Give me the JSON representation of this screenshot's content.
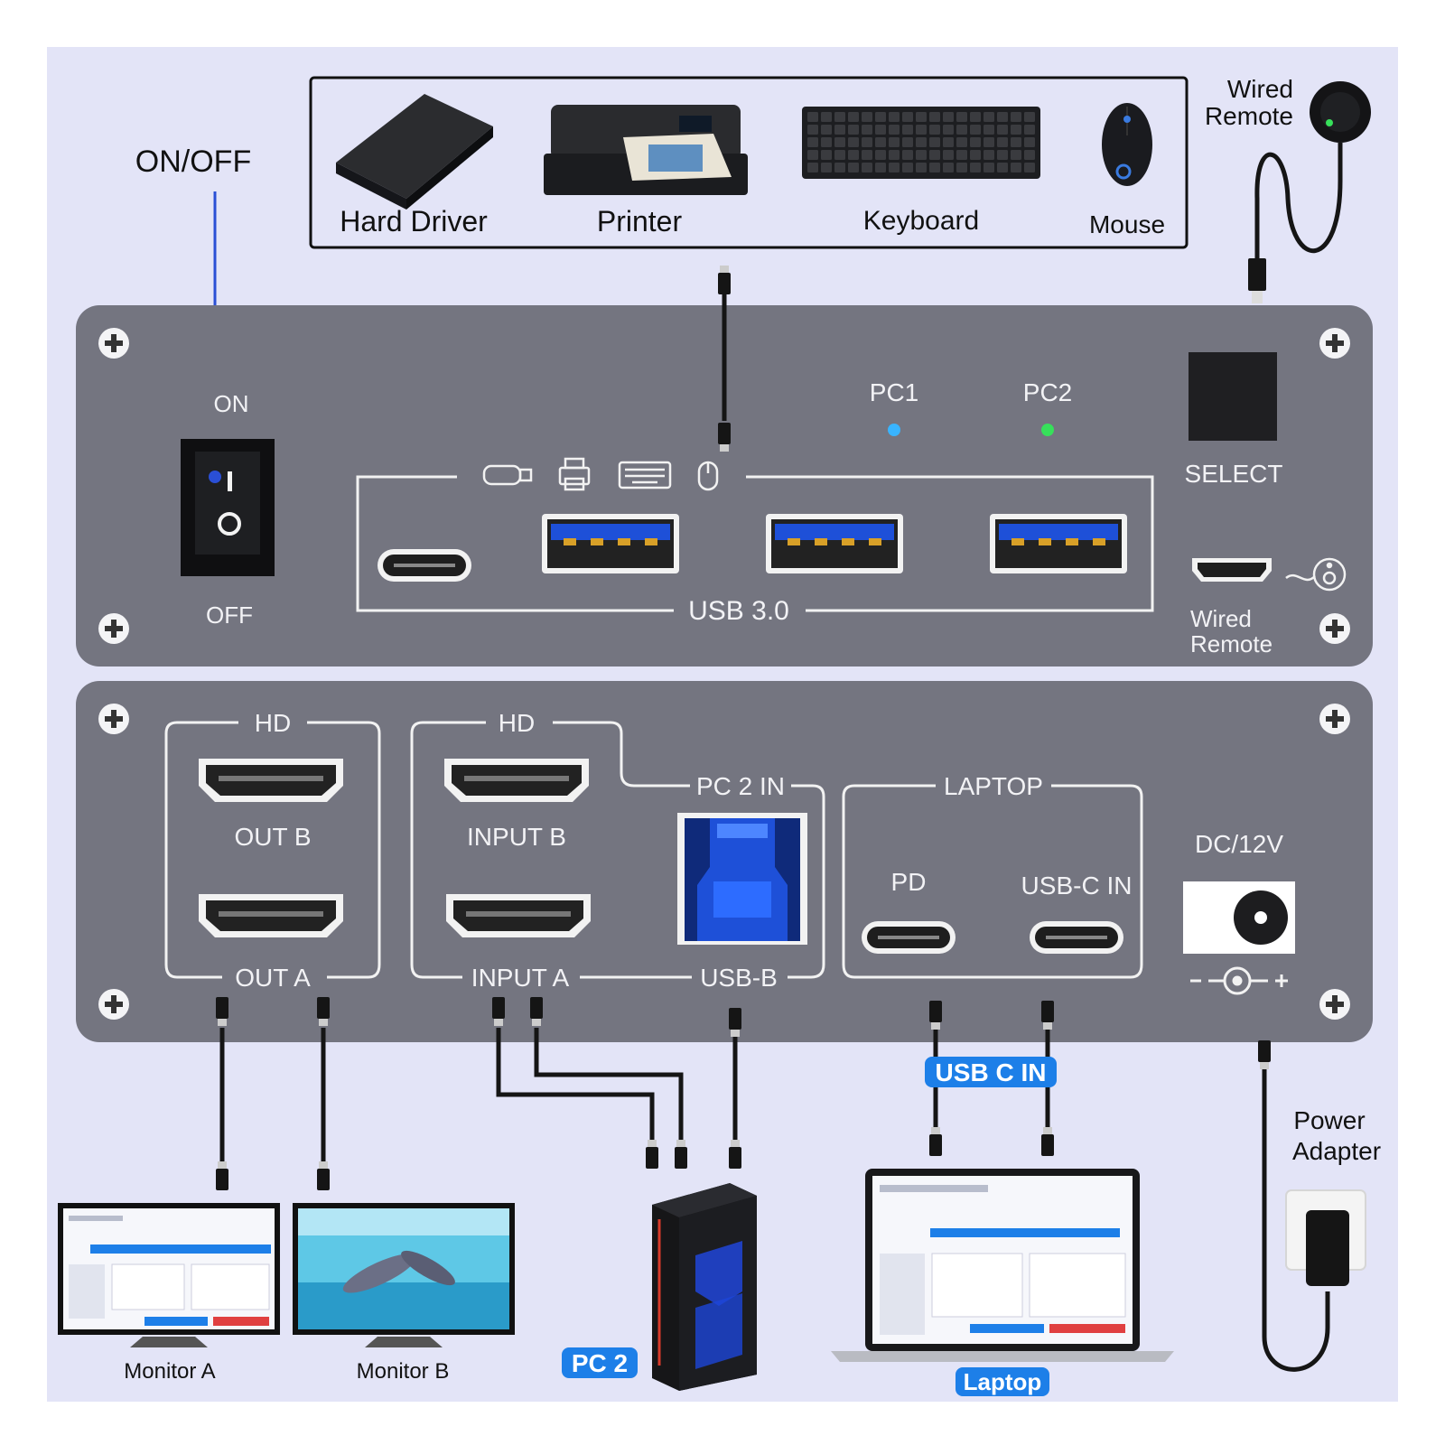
{
  "callouts": {
    "on_off": "ON/OFF",
    "wired_remote": [
      "Wired",
      "Remote"
    ],
    "power_adapter": [
      "Power",
      "Adapter"
    ]
  },
  "peripherals": {
    "hard_drive": "Hard Driver",
    "printer": "Printer",
    "keyboard": "Keyboard",
    "mouse": "Mouse"
  },
  "front_panel": {
    "switch_on": "ON",
    "switch_off": "OFF",
    "pc1": "PC1",
    "pc2": "PC2",
    "select": "SELECT",
    "usb30": "USB 3.0",
    "remote_port": [
      "Wired",
      "Remote"
    ]
  },
  "back_panel": {
    "hd_out": "HD",
    "out_b": "OUT B",
    "out_a": "OUT A",
    "hd_in": "HD",
    "input_b": "INPUT B",
    "input_a": "INPUT A",
    "pc2_in": "PC 2 IN",
    "usb_b": "USB-B",
    "laptop": "LAPTOP",
    "pd": "PD",
    "usbc_in": "USB-C IN",
    "dc": "DC/12V"
  },
  "devices": {
    "monitor_a": "Monitor A",
    "monitor_b": "Monitor B",
    "pc2_badge": "PC 2",
    "usbc_badge": "USB C IN",
    "laptop_badge": "Laptop"
  },
  "colors": {
    "panel": "#747580",
    "callout_line": "#2a4fd6",
    "badge": "#1d7fe8",
    "usb3_blue": "#1e50d8",
    "led_pc1": "#39b4ff",
    "led_pc2": "#37e05a"
  },
  "icons": [
    "usb-stick-icon",
    "printer-icon",
    "keyboard-icon",
    "mouse-icon",
    "remote-icon",
    "dc-polarity-icon",
    "screw-icon"
  ]
}
